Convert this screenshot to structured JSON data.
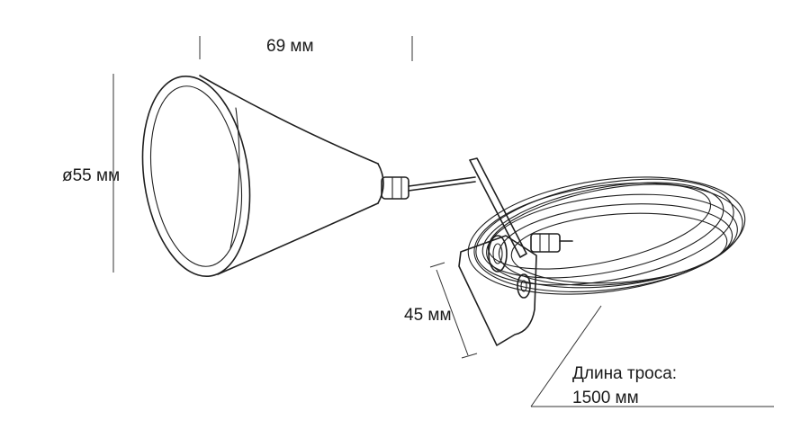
{
  "dimensions": {
    "width_label": "69 мм",
    "diameter_label": "ø55 мм",
    "bracket_height_label": "45 мм",
    "cable_length_label_line1": "Длина троса:",
    "cable_length_label_line2": "1500 мм"
  },
  "colors": {
    "line": "#1f1f1f",
    "background": "#ffffff"
  }
}
